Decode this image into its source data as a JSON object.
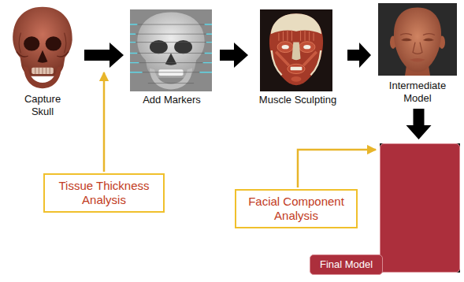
{
  "diagram": {
    "nodes": [
      {
        "text": [
          "Capture Skull"
        ]
      },
      {
        "text": [
          "Add Markers"
        ]
      },
      {
        "text": [
          "Muscle Sculpting"
        ]
      },
      {
        "text": [
          "Intermediate Model"
        ]
      },
      {
        "text": [
          "Final Model"
        ]
      },
      {
        "text": [
          "Tissue Thickness Analysis"
        ]
      },
      {
        "text": [
          "Facial Component Analysis"
        ]
      }
    ],
    "edges": [
      {
        "from": 0,
        "to": 1,
        "arrow": "to"
      },
      {
        "from": 1,
        "to": 2,
        "arrow": "to"
      },
      {
        "from": 2,
        "to": 3,
        "arrow": "to"
      },
      {
        "from": 3,
        "to": 4,
        "arrow": "to"
      }
    ]
  }
}
